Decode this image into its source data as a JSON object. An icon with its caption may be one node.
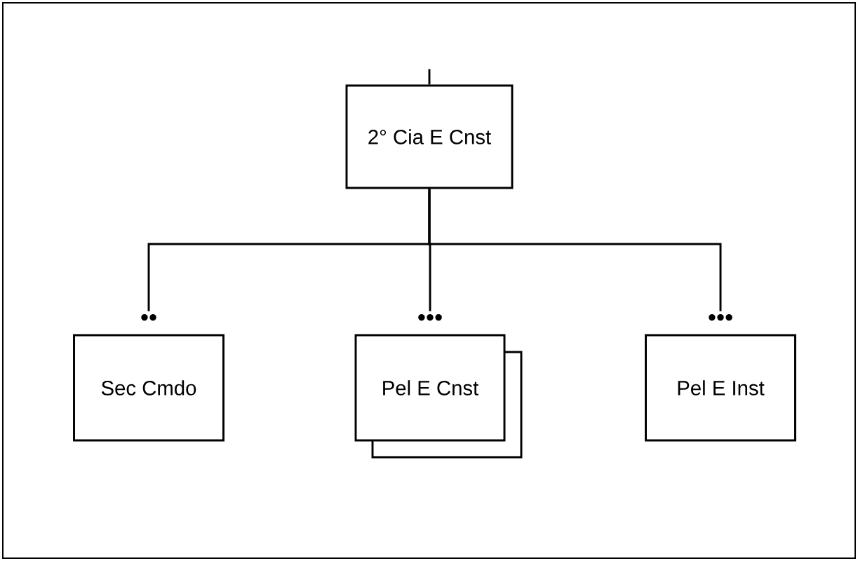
{
  "diagram": {
    "nodes": [
      {
        "text": [
          "2° Cia E Cnst"
        ]
      },
      {
        "text": [
          "Sec Cmdo"
        ],
        "beside": [
          "••"
        ]
      },
      {
        "text": [
          "Pel E Cnst"
        ],
        "beside": [
          "•••"
        ]
      },
      {
        "text": [
          "Pel E Inst"
        ],
        "beside": [
          "•••"
        ]
      }
    ],
    "edges": [
      {
        "from": null,
        "to": 0,
        "arrow": "none"
      },
      {
        "from": 0,
        "to": 1,
        "arrow": "none"
      },
      {
        "from": 0,
        "to": 2,
        "arrow": "none"
      },
      {
        "from": 0,
        "to": 3,
        "arrow": "none"
      }
    ]
  }
}
